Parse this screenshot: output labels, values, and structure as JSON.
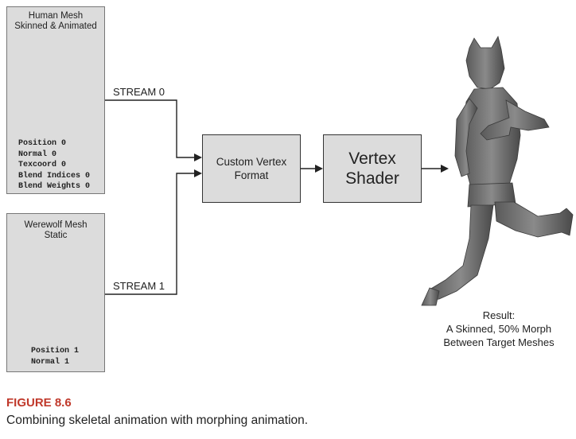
{
  "human_panel": {
    "title_line1": "Human Mesh",
    "title_line2": "Skinned & Animated",
    "attributes": [
      "Position 0",
      "Normal 0",
      "Texcoord 0",
      "Blend Indices 0",
      "Blend Weights 0"
    ]
  },
  "werewolf_panel": {
    "title_line1": "Werewolf Mesh",
    "title_line2": "Static",
    "attributes": [
      "Position 1",
      "Normal 1"
    ]
  },
  "streams": {
    "stream0": "STREAM 0",
    "stream1": "STREAM 1"
  },
  "custom_vertex_format": {
    "line1": "Custom Vertex",
    "line2": "Format"
  },
  "vertex_shader": {
    "line1": "Vertex",
    "line2": "Shader"
  },
  "result": {
    "line1": "Result:",
    "line2": "A Skinned, 50% Morph",
    "line3": "Between Target Meshes"
  },
  "figure": {
    "label": "FIGURE 8.6",
    "caption": "Combining skeletal animation with morphing animation."
  },
  "colors": {
    "figure_label": "#c0392b",
    "box_fill": "#dcdcdc",
    "figure_grey": "#7a7a7a"
  }
}
